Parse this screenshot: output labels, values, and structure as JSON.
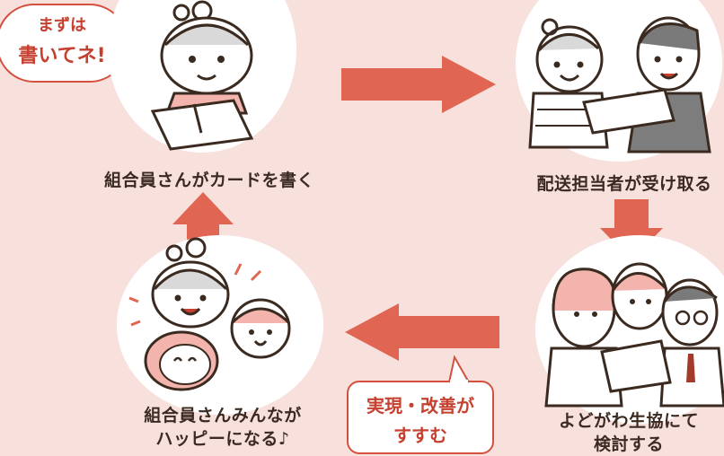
{
  "speech_bubble": {
    "line1": "まずは",
    "line2": "書いてネ!"
  },
  "steps": [
    {
      "label": "組合員さんがカードを書く"
    },
    {
      "label": "配送担当者が受け取る"
    },
    {
      "label_line1": "よどがわ生協にて",
      "label_line2": "検討する"
    },
    {
      "label_line1": "組合員さんみんなが",
      "label_line2": "ハッピーになる♪"
    }
  ],
  "callout": {
    "line1": "実現・改善が",
    "line2": "すすむ"
  },
  "colors": {
    "background": "#f8e0dd",
    "arrow": "#e06552",
    "accent": "#d4513f",
    "text": "#3a2a20"
  }
}
